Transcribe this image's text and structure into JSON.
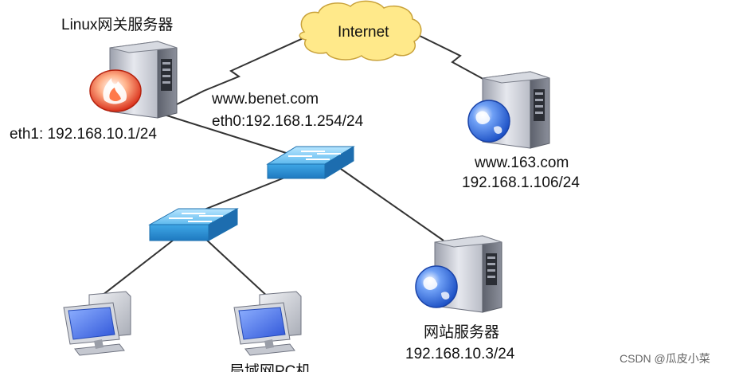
{
  "nodes": {
    "internet": {
      "label": "Internet"
    },
    "gateway": {
      "title": "Linux网关服务器",
      "eth1": "eth1: 192.168.10.1/24",
      "domain": "www.benet.com",
      "eth0": "eth0:192.168.1.254/24"
    },
    "remote_server": {
      "name": "www.163.com",
      "ip": "192.168.1.106/24"
    },
    "web_server": {
      "name": "网站服务器",
      "ip": "192.168.10.3/24"
    },
    "lan_pcs": {
      "label": "局域网PC机"
    }
  },
  "watermark": "CSDN @瓜皮小菜",
  "colors": {
    "cloud_fill": "#FFE98A",
    "cloud_stroke": "#C9A23A",
    "switch_fill": "#3AA6E8",
    "switch_top": "#7CCBF5",
    "server_body": "#C9CCD6",
    "server_dark": "#6F7380",
    "globe_blue": "#2F6FE0",
    "firewall_red": "#E0402A",
    "monitor_screen": "#4C7BF0",
    "line_color": "#333333"
  },
  "icons": [
    "cloud-icon",
    "server-icon",
    "firewall-icon",
    "globe-icon",
    "switch-icon",
    "pc-icon"
  ]
}
